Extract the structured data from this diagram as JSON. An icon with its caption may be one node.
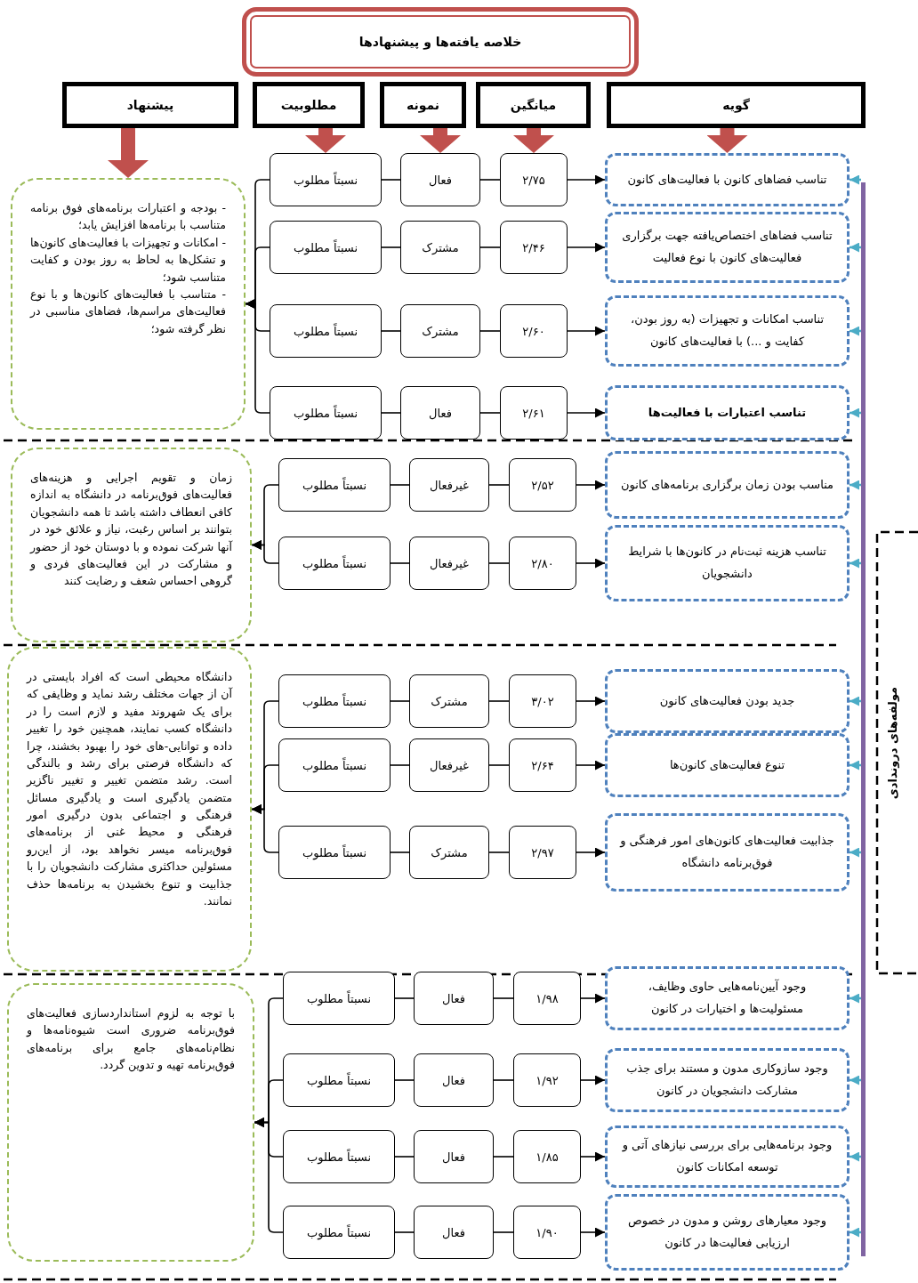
{
  "diagram": {
    "nodes": [
      {
        "text": [
          "خلاصه یافته‌ها و پیشنهادها"
        ]
      },
      {
        "text": [
          "گویه"
        ]
      },
      {
        "text": [
          "میانگین"
        ]
      },
      {
        "text": [
          "نمونه"
        ]
      },
      {
        "text": [
          "مطلوبیت"
        ]
      },
      {
        "text": [
          "پیشنهاد"
        ]
      },
      {
        "text": [
          "تناسب فضاهای کانون با فعالیت‌های کانون"
        ]
      },
      {
        "text": [
          "۲/۷۵"
        ]
      },
      {
        "text": [
          "فعال"
        ]
      },
      {
        "text": [
          "نسبتاً مطلوب"
        ]
      },
      {
        "text": [
          "تناسب فضاهای اختصاص‌یافته جهت برگزاری فعالیت‌های کانون با نوع فعالیت"
        ]
      },
      {
        "text": [
          "۲/۴۶"
        ]
      },
      {
        "text": [
          "مشترک"
        ]
      },
      {
        "text": [
          "نسبتاً مطلوب"
        ]
      },
      {
        "text": [
          "تناسب امکانات و تجهیزات (به روز بودن، کفایت و ...) با فعالیت‌های کانون"
        ]
      },
      {
        "text": [
          "۲/۶۰"
        ]
      },
      {
        "text": [
          "مشترک"
        ]
      },
      {
        "text": [
          "نسبتاً مطلوب"
        ]
      },
      {
        "text": [
          "تناسب اعتبارات با فعالیت‌ها"
        ]
      },
      {
        "text": [
          "۲/۶۱"
        ]
      },
      {
        "text": [
          "فعال"
        ]
      },
      {
        "text": [
          "نسبتاً مطلوب"
        ]
      },
      {
        "text": [
          "- بودجه و اعتبارات برنامه‌های فوق برنامه متناسب با برنامه‌ها افزایش یابد؛",
          "- امکانات و تجهیزات با فعالیت‌های کانون‌ها و تشکل‌ها به لحاظ به روز بودن و کفایت متناسب شود؛",
          "- متناسب با فعالیت‌های کانون‌ها و با نوع فعالیت‌های مراسم‌ها، فضاهای مناسبی در نظر گرفته شود؛"
        ]
      },
      {
        "text": [
          "مناسب بودن زمان برگزاری برنامه‌های کانون"
        ]
      },
      {
        "text": [
          "۲/۵۲"
        ]
      },
      {
        "text": [
          "غیرفعال"
        ]
      },
      {
        "text": [
          "نسبتاً مطلوب"
        ]
      },
      {
        "text": [
          "تناسب هزینه ثبت‌نام در کانون‌ها با شرایط دانشجویان"
        ]
      },
      {
        "text": [
          "۲/۸۰"
        ]
      },
      {
        "text": [
          "غیرفعال"
        ]
      },
      {
        "text": [
          "نسبتاً مطلوب"
        ]
      },
      {
        "text": [
          "زمان و تقویم اجرایی و هزینه‌های فعالیت‌های فوق‌برنامه در دانشگاه به اندازه کافی انعطاف داشته باشد تا همه دانشجویان بتوانند بر اساس رغبت، نیاز و علائق خود در آنها شرکت نموده و با دوستان خود از حضور و مشارکت در این فعالیت‌های فردی و گروهی احساس شعف و رضایت کنند"
        ]
      },
      {
        "text": [
          "جدید بودن فعالیت‌های کانون"
        ]
      },
      {
        "text": [
          "۳/۰۲"
        ]
      },
      {
        "text": [
          "مشترک"
        ]
      },
      {
        "text": [
          "نسبتاً مطلوب"
        ]
      },
      {
        "text": [
          "تنوع فعالیت‌های کانون‌ها"
        ]
      },
      {
        "text": [
          "۲/۶۴"
        ]
      },
      {
        "text": [
          "غیرفعال"
        ]
      },
      {
        "text": [
          "نسبتاً مطلوب"
        ]
      },
      {
        "text": [
          "جذابیت فعالیت‌های کانون‌های امور فرهنگی و فوق‌برنامه دانشگاه"
        ]
      },
      {
        "text": [
          "۲/۹۷"
        ]
      },
      {
        "text": [
          "مشترک"
        ]
      },
      {
        "text": [
          "نسبتاً مطلوب"
        ]
      },
      {
        "text": [
          "دانشگاه محیطی است که افراد بایستی در آن از جهات مختلف رشد نماید و وظایفی که برای یک شهروند مفید و لازم است را در دانشگاه کسب نمایند، همچنین خود را تغییر داده و توانایی-های خود را بهبود بخشند، چرا که دانشگاه فرصتی برای رشد و بالندگی است. رشد متضمن تغییر و تغییر ناگزیر متضمن یادگیری است و یادگیری مسائل فرهنگی و اجتماعی بدون درگیری امور فرهنگی و محیط غنی از برنامه‌های فوق‌برنامه میسر نخواهد بود، از این‌رو مسئولین حداکثری مشارکت دانشجویان را با جذابیت و تنوع بخشیدن به برنامه‌ها حذف نمانند."
        ]
      },
      {
        "text": [
          "وجود آیین‌نامه‌هایی حاوی وظایف، مسئولیت‌ها و اختیارات در کانون"
        ]
      },
      {
        "text": [
          "۱/۹۸"
        ]
      },
      {
        "text": [
          "فعال"
        ]
      },
      {
        "text": [
          "نسبتاً مطلوب"
        ]
      },
      {
        "text": [
          "وجود سازوکاری مدون و مستند برای جذب مشارکت دانشجویان در کانون"
        ]
      },
      {
        "text": [
          "۱/۹۲"
        ]
      },
      {
        "text": [
          "فعال"
        ]
      },
      {
        "text": [
          "نسبتاً مطلوب"
        ]
      },
      {
        "text": [
          "وجود برنامه‌هایی برای بررسی نیازهای آتی و توسعه امکانات کانون"
        ]
      },
      {
        "text": [
          "۱/۸۵"
        ]
      },
      {
        "text": [
          "فعال"
        ]
      },
      {
        "text": [
          "نسبتاً مطلوب"
        ]
      },
      {
        "text": [
          "وجود معیارهای روشن و مدون در خصوص ارزیابی فعالیت‌ها در کانون"
        ]
      },
      {
        "text": [
          "۱/۹۰"
        ]
      },
      {
        "text": [
          "فعال"
        ]
      },
      {
        "text": [
          "نسبتاً مطلوب"
        ]
      },
      {
        "text": [
          "با توجه به لزوم استانداردسازی فعالیت‌های فوق‌برنامه ضروری است شیوه‌نامه‌ها و نظام‌نامه‌های جامع برای برنامه‌های فوق‌برنامه تهیه و تدوین گردد."
        ]
      },
      {
        "text": [
          "مولفه‌های دروندادی"
        ]
      }
    ],
    "edges": [
      {
        "from": 1,
        "to": 6,
        "arrow": "to",
        "style": "thick",
        "color": "#c0504d"
      },
      {
        "from": 2,
        "to": 7,
        "arrow": "to",
        "style": "thick",
        "color": "#c0504d"
      },
      {
        "from": 3,
        "to": 8,
        "arrow": "to",
        "style": "thick",
        "color": "#c0504d"
      },
      {
        "from": 4,
        "to": 9,
        "arrow": "to",
        "style": "thick",
        "color": "#c0504d"
      },
      {
        "from": 5,
        "to": 22,
        "arrow": "to",
        "style": "thick",
        "color": "#c0504d"
      },
      {
        "from": 7,
        "to": 6,
        "arrow": "to"
      },
      {
        "from": 8,
        "to": 7,
        "arrow": "none"
      },
      {
        "from": 9,
        "to": 8,
        "arrow": "none"
      },
      {
        "from": 9,
        "to": 22,
        "arrow": "to"
      },
      {
        "from": 11,
        "to": 10,
        "arrow": "to"
      },
      {
        "from": 12,
        "to": 11,
        "arrow": "none"
      },
      {
        "from": 13,
        "to": 12,
        "arrow": "none"
      },
      {
        "from": 13,
        "to": 22,
        "arrow": "to"
      },
      {
        "from": 15,
        "to": 14,
        "arrow": "to"
      },
      {
        "from": 16,
        "to": 15,
        "arrow": "none"
      },
      {
        "from": 17,
        "to": 16,
        "arrow": "none"
      },
      {
        "from": 17,
        "to": 22,
        "arrow": "to"
      },
      {
        "from": 19,
        "to": 18,
        "arrow": "to"
      },
      {
        "from": 20,
        "to": 19,
        "arrow": "none"
      },
      {
        "from": 21,
        "to": 20,
        "arrow": "none"
      },
      {
        "from": 21,
        "to": 22,
        "arrow": "to"
      },
      {
        "from": 24,
        "to": 23,
        "arrow": "to"
      },
      {
        "from": 25,
        "to": 24,
        "arrow": "none"
      },
      {
        "from": 26,
        "to": 25,
        "arrow": "none"
      },
      {
        "from": 26,
        "to": 31,
        "arrow": "to"
      },
      {
        "from": 28,
        "to": 27,
        "arrow": "to"
      },
      {
        "from": 29,
        "to": 28,
        "arrow": "none"
      },
      {
        "from": 30,
        "to": 29,
        "arrow": "none"
      },
      {
        "from": 30,
        "to": 31,
        "arrow": "to"
      },
      {
        "from": 33,
        "to": 32,
        "arrow": "to"
      },
      {
        "from": 34,
        "to": 33,
        "arrow": "none"
      },
      {
        "from": 35,
        "to": 34,
        "arrow": "none"
      },
      {
        "from": 35,
        "to": 44,
        "arrow": "to"
      },
      {
        "from": 37,
        "to": 36,
        "arrow": "to"
      },
      {
        "from": 38,
        "to": 37,
        "arrow": "none"
      },
      {
        "from": 39,
        "to": 38,
        "arrow": "none"
      },
      {
        "from": 39,
        "to": 44,
        "arrow": "to"
      },
      {
        "from": 41,
        "to": 40,
        "arrow": "to"
      },
      {
        "from": 42,
        "to": 41,
        "arrow": "none"
      },
      {
        "from": 43,
        "to": 42,
        "arrow": "none"
      },
      {
        "from": 43,
        "to": 44,
        "arrow": "to"
      },
      {
        "from": 46,
        "to": 45,
        "arrow": "to"
      },
      {
        "from": 47,
        "to": 46,
        "arrow": "none"
      },
      {
        "from": 48,
        "to": 47,
        "arrow": "none"
      },
      {
        "from": 48,
        "to": 61,
        "arrow": "to"
      },
      {
        "from": 50,
        "to": 49,
        "arrow": "to"
      },
      {
        "from": 51,
        "to": 50,
        "arrow": "none"
      },
      {
        "from": 52,
        "to": 51,
        "arrow": "none"
      },
      {
        "from": 52,
        "to": 61,
        "arrow": "to"
      },
      {
        "from": 54,
        "to": 53,
        "arrow": "to"
      },
      {
        "from": 55,
        "to": 54,
        "arrow": "none"
      },
      {
        "from": 56,
        "to": 55,
        "arrow": "none"
      },
      {
        "from": 56,
        "to": 61,
        "arrow": "to"
      },
      {
        "from": 58,
        "to": 57,
        "arrow": "to"
      },
      {
        "from": 59,
        "to": 58,
        "arrow": "none"
      },
      {
        "from": 60,
        "to": 59,
        "arrow": "none"
      },
      {
        "from": 60,
        "to": 61,
        "arrow": "to"
      },
      {
        "from": 62,
        "to": 6,
        "arrow": "to",
        "color": "#4bacc6"
      },
      {
        "from": 62,
        "to": 10,
        "arrow": "to",
        "color": "#4bacc6"
      },
      {
        "from": 62,
        "to": 14,
        "arrow": "to",
        "color": "#4bacc6"
      },
      {
        "from": 62,
        "to": 18,
        "arrow": "to",
        "color": "#4bacc6"
      },
      {
        "from": 62,
        "to": 23,
        "arrow": "to",
        "color": "#4bacc6"
      },
      {
        "from": 62,
        "to": 27,
        "arrow": "to",
        "color": "#4bacc6"
      },
      {
        "from": 62,
        "to": 32,
        "arrow": "to",
        "color": "#4bacc6"
      },
      {
        "from": 62,
        "to": 36,
        "arrow": "to",
        "color": "#4bacc6"
      },
      {
        "from": 62,
        "to": 40,
        "arrow": "to",
        "color": "#4bacc6"
      },
      {
        "from": 62,
        "to": 45,
        "arrow": "to",
        "color": "#4bacc6"
      },
      {
        "from": 62,
        "to": 49,
        "arrow": "to",
        "color": "#4bacc6"
      },
      {
        "from": 62,
        "to": 53,
        "arrow": "to",
        "color": "#4bacc6"
      },
      {
        "from": 62,
        "to": 57,
        "arrow": "to",
        "color": "#4bacc6"
      }
    ]
  }
}
